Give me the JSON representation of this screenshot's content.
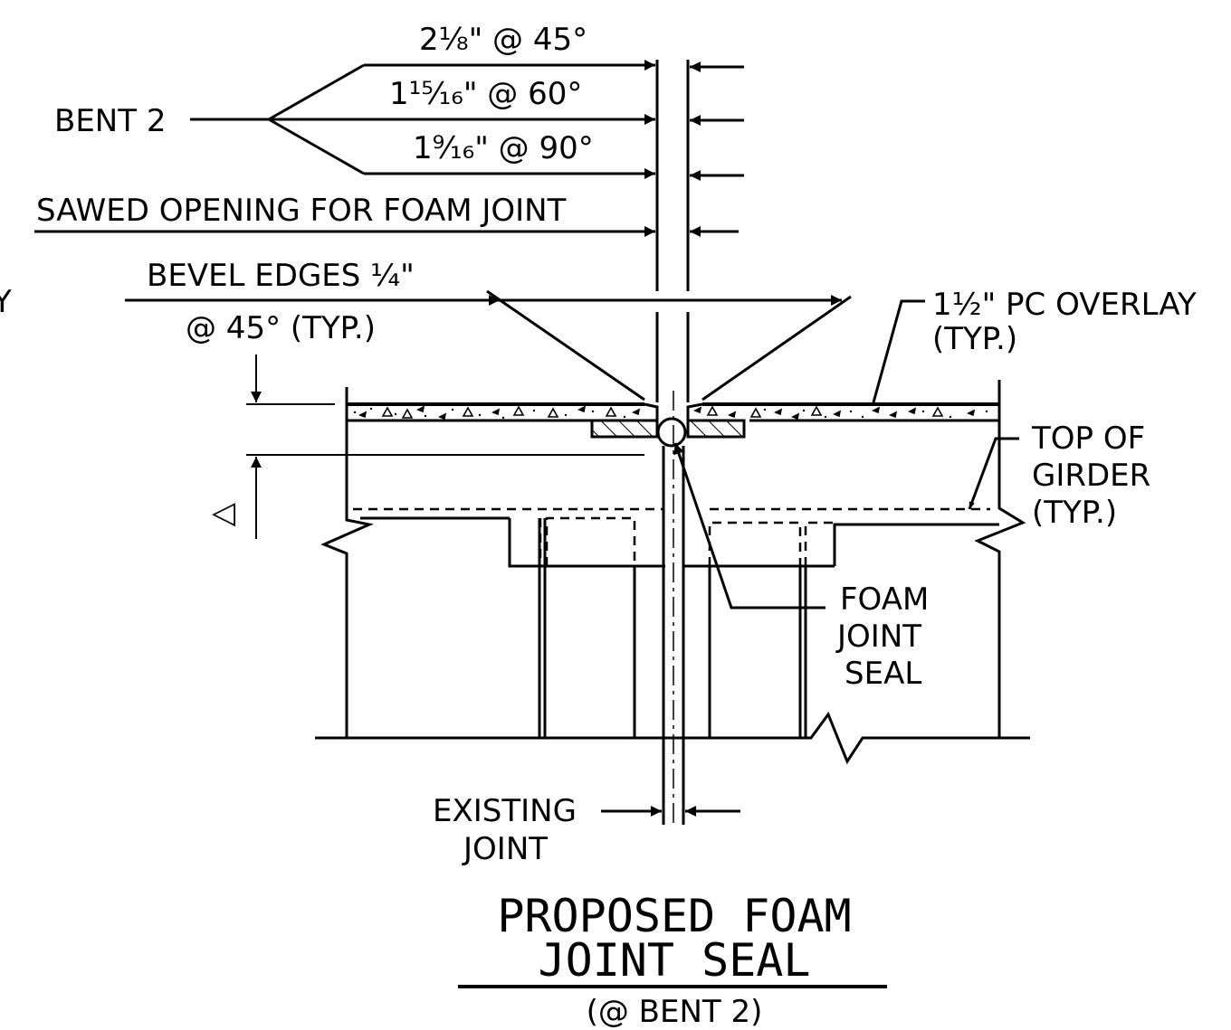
{
  "labels": {
    "dim_45": "2⅛\" @ 45°",
    "dim_60": "1¹⁵⁄₁₆\" @ 60°",
    "dim_90": "1⁹⁄₁₆\" @ 90°",
    "bent": "BENT 2",
    "sawed_opening": "SAWED OPENING FOR FOAM JOINT",
    "bevel_line1": "BEVEL EDGES ¼\"",
    "bevel_line2": "@ 45° (TYP.)",
    "cut_off_edge": "Y",
    "overlay_line1": "1½\" PC OVERLAY",
    "overlay_line2": "(TYP.)",
    "girder_line1": "TOP OF",
    "girder_line2": "GIRDER",
    "girder_line3": "(TYP.)",
    "foam_line1": "FOAM",
    "foam_line2": "JOINT",
    "foam_line3": "SEAL",
    "existing_line1": "EXISTING",
    "existing_line2": "JOINT",
    "delta_symbol": "◁"
  },
  "title": {
    "line1": "PROPOSED FOAM",
    "line2": "JOINT SEAL",
    "subtitle": "(@ BENT 2)"
  }
}
